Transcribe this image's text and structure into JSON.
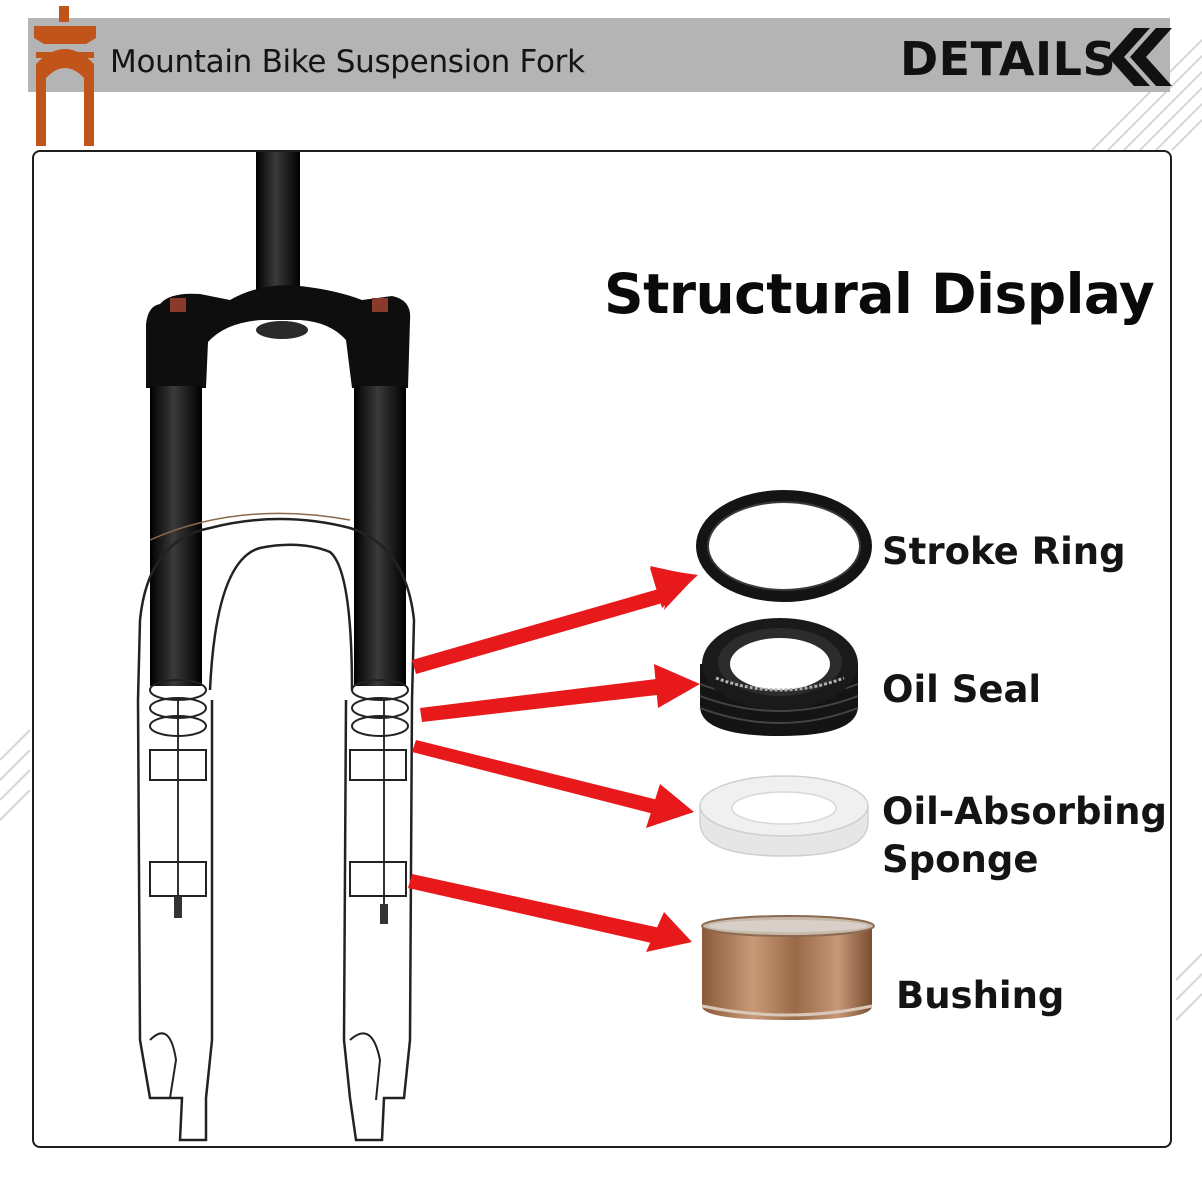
{
  "header": {
    "product": "Mountain Bike Suspension Fork",
    "details_label": "DETAILS",
    "logo_icon": "fork-logo-icon",
    "accent": "#c0541a"
  },
  "diagram": {
    "title": "Structural Display",
    "arrow_color": "#e8191b",
    "parts": [
      {
        "label": "Stroke Ring",
        "icon": "stroke-ring-icon"
      },
      {
        "label": "Oil Seal",
        "icon": "oil-seal-icon"
      },
      {
        "label": "Oil-Absorbing Sponge",
        "icon": "sponge-ring-icon"
      },
      {
        "label": "Bushing",
        "icon": "bushing-icon"
      }
    ]
  }
}
